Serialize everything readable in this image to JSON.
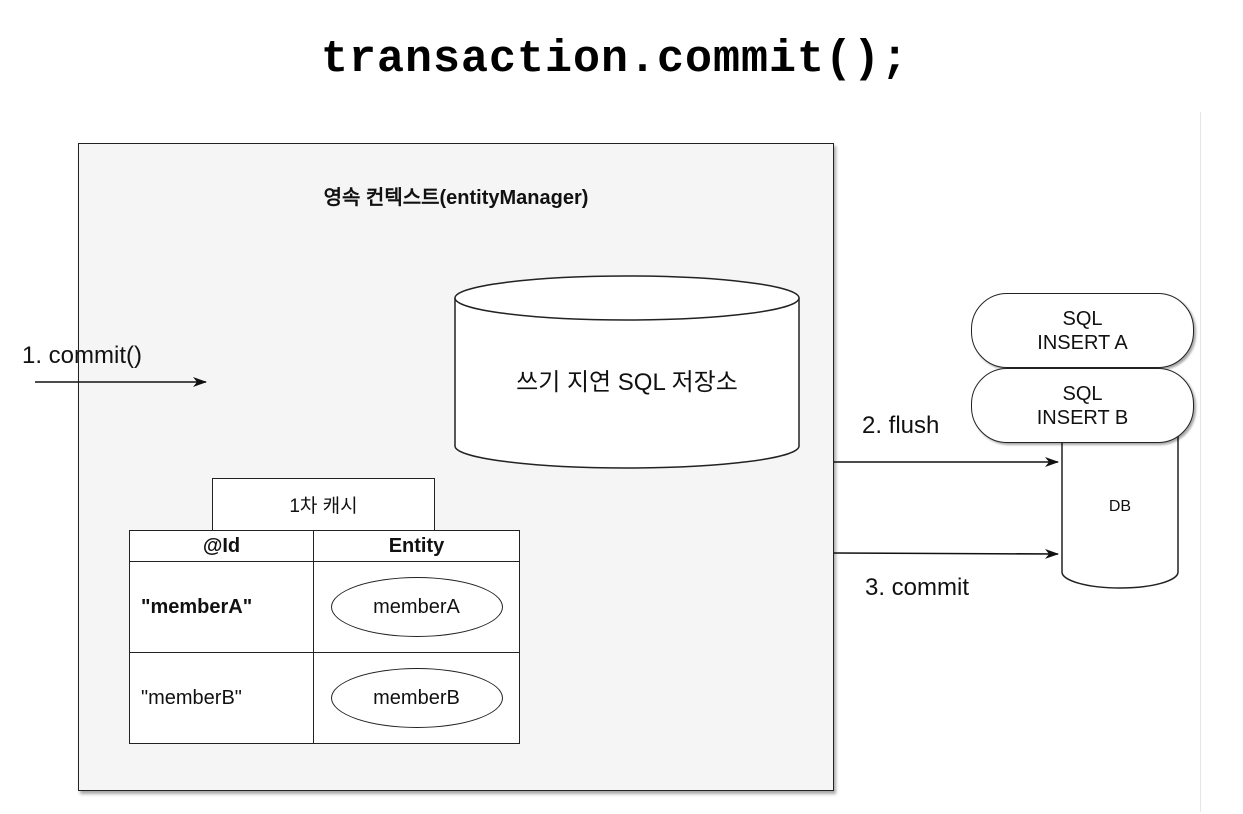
{
  "title": "transaction.commit();",
  "context": {
    "title": "영속 컨텍스트(entityManager)",
    "write_behind_store": "쓰기 지연 SQL 저장소",
    "first_level_cache": {
      "label": "1차 캐시",
      "columns": [
        "@Id",
        "Entity"
      ],
      "rows": [
        {
          "id": "\"memberA\"",
          "entity": "memberA"
        },
        {
          "id": "\"memberB\"",
          "entity": "memberB"
        }
      ]
    }
  },
  "steps": {
    "commit": "1. commit()",
    "flush": "2. flush",
    "db_commit": "3. commit"
  },
  "sql_queue": [
    {
      "line1": "SQL",
      "line2": "INSERT A"
    },
    {
      "line1": "SQL",
      "line2": "INSERT B"
    }
  ],
  "db": {
    "label": "DB"
  }
}
